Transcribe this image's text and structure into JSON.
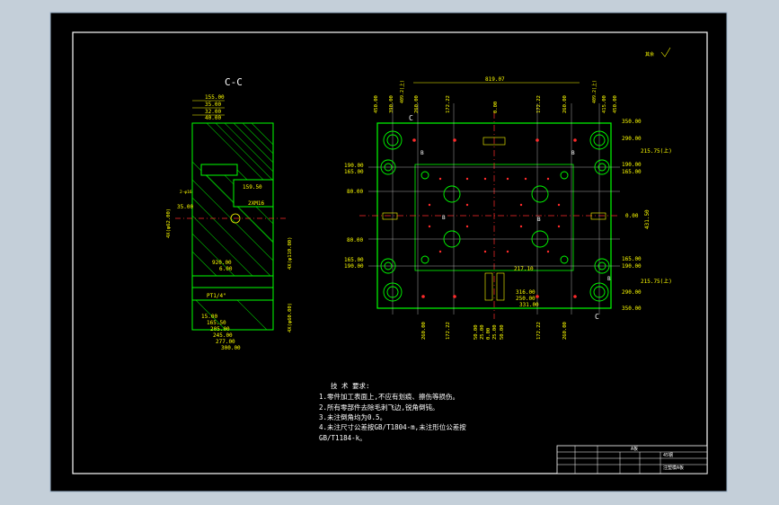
{
  "section": {
    "title": "C-C",
    "thread_1": "2XM16",
    "thread_2": "PT1/4\"",
    "note": "2-φ16"
  },
  "roughness": {
    "text": "其余"
  },
  "plan": {
    "mark_c_top": "C",
    "mark_c_bottom": "C",
    "mark_b": "B",
    "top_overall": "819.07",
    "top_vert": [
      "450.00",
      "390.00",
      "260.00",
      "172.22",
      "0.00",
      "172.22",
      "260.00",
      "415.00",
      "450.00"
    ],
    "top_rot": [
      "409.2(上)",
      "409.2(上)"
    ],
    "bottom_vert": [
      "260.00",
      "172.22",
      "50.00",
      "25.00",
      "0.00",
      "25.00",
      "50.00",
      "172.22",
      "260.00"
    ],
    "left_horiz": [
      "190.00",
      "165.00",
      "80.00",
      "80.00",
      "165.00",
      "190.00"
    ],
    "right_horiz": [
      "350.00",
      "290.00",
      "215.75(上)",
      "190.00",
      "165.00",
      "0.00",
      "165.00",
      "190.00",
      "215.75(上)",
      "290.00",
      "350.00"
    ],
    "overall_height": "431.50",
    "inner_217": "217.10",
    "inner_bottom": [
      "316.00",
      "250.00",
      "331.00"
    ]
  },
  "side_dims": {
    "top_stack": [
      "155.00",
      "35.00",
      "32.00",
      "40.00"
    ],
    "mid": [
      "159.50",
      "35.00",
      "920.00",
      "6.00"
    ],
    "left_rot": [
      "4X(φ62.00)"
    ],
    "right_rot": [
      "4X(φ110.00)",
      "4X(φ60.00)"
    ],
    "bottom_stack": [
      "15.00",
      "165.50",
      "205.00",
      "245.00",
      "277.00",
      "300.00"
    ]
  },
  "notes": {
    "title": "技 术 要求:",
    "items": [
      "1.零件加工表面上,不应有划痕、擦伤等损伤。",
      "2.所有零部件去除毛刺飞边,锐角倒钝。",
      "3.未注倒角均为0.5。",
      "4.未注尺寸公差按GB/T1804-m,未注形位公差按",
      "GB/T1184-k。"
    ]
  },
  "title_block": {
    "part_name": "A板",
    "material": "45钢",
    "drawing_no": "注塑模A板"
  }
}
